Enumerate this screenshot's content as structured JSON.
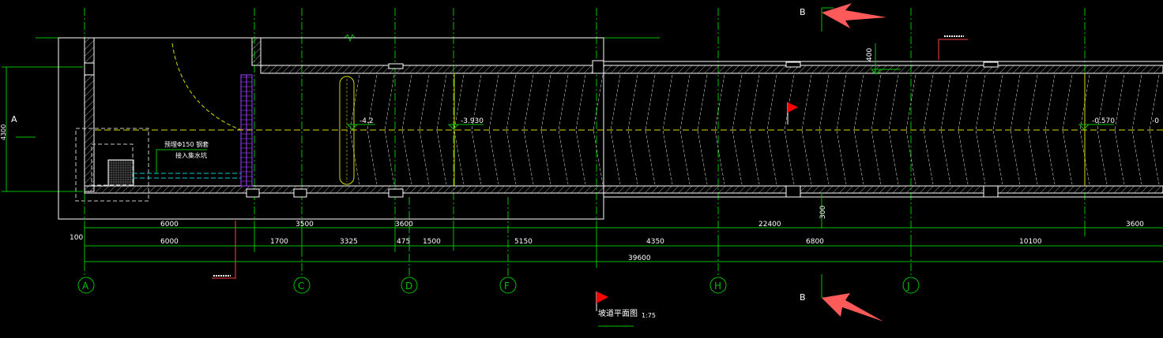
{
  "drawing": {
    "section_mark_top": "B",
    "section_mark_bottom": "B",
    "side_label": "A",
    "side_dimension": "4300",
    "title": "坡道平面图",
    "scale": "1:75",
    "note_line1": "预埋Φ150 钢套",
    "note_line2": "接入集水坑",
    "vertical_dim_top": "400",
    "vertical_dim_bottom": "300",
    "left_offset": "100"
  },
  "elevations": [
    "-4.2",
    "-3.930",
    "-0.570",
    "-0"
  ],
  "dimension_row1": [
    "6000",
    "3500",
    "3600",
    "22400",
    "3600"
  ],
  "dimension_row2": [
    "6000",
    "1700",
    "3325",
    "475",
    "1500",
    "5150",
    "4350",
    "6800",
    "10100"
  ],
  "dimension_total": "39600",
  "axis_labels": [
    "A",
    "C",
    "D",
    "F",
    "H",
    "J"
  ],
  "colors": {
    "background": "#000000",
    "grid": "#00c000",
    "wall": "#ffffff",
    "hatch": "#c8c8c8",
    "centerline": "#d8d800",
    "arrow": "#ff5a5a",
    "flag": "#ff0000",
    "steps": "#a040ff",
    "pipe": "#00c8c8"
  }
}
